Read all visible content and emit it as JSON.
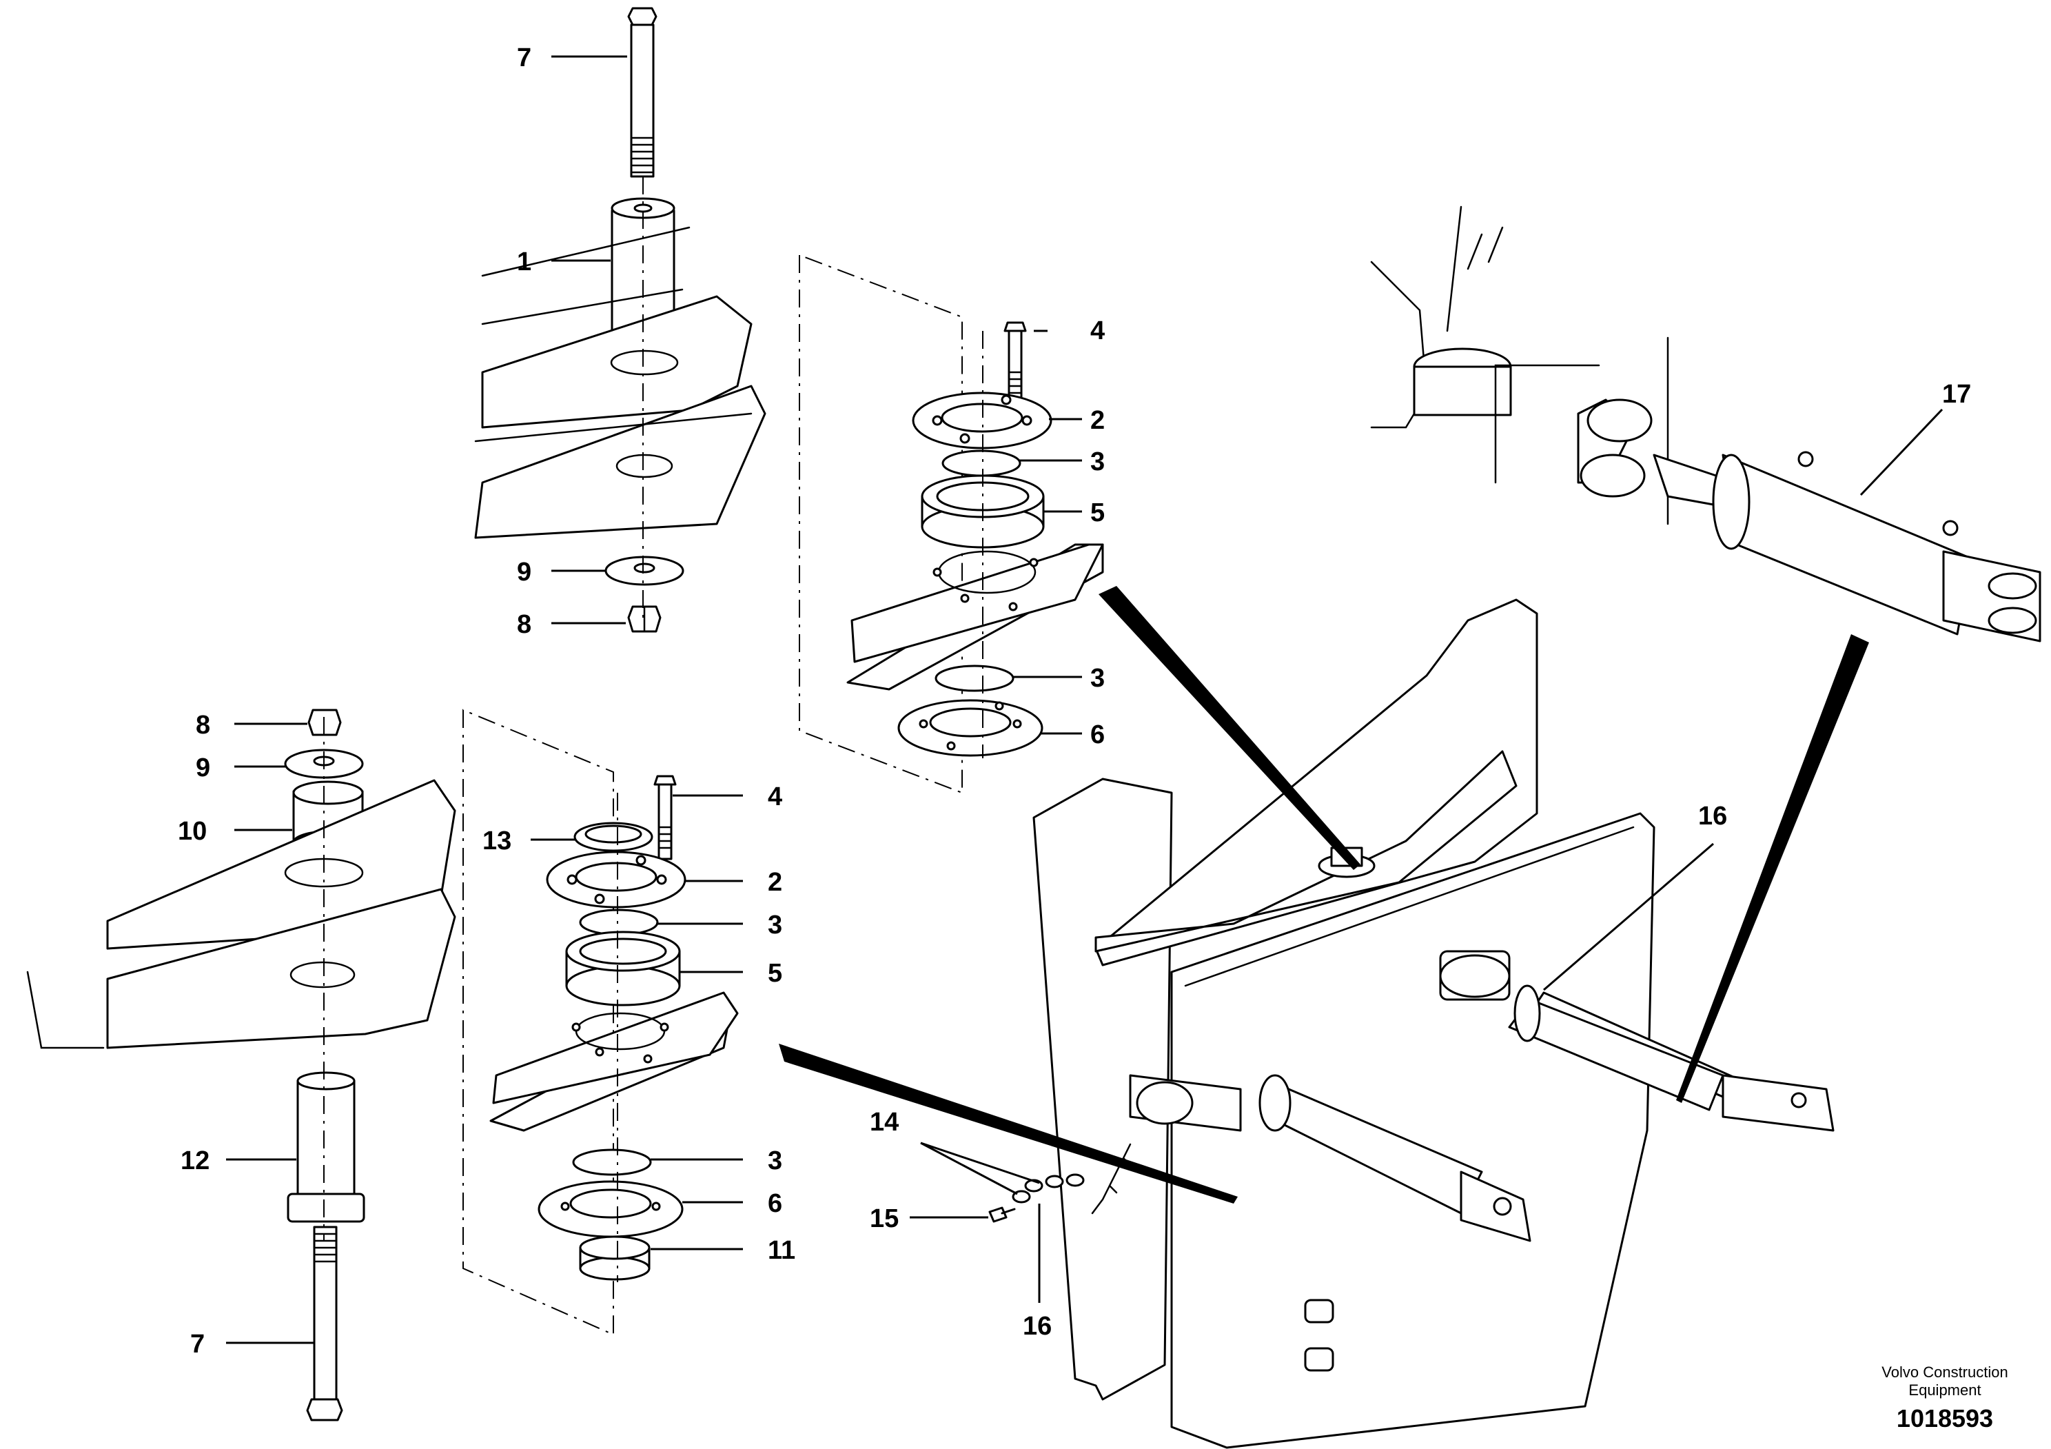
{
  "callouts": {
    "c1": "1",
    "c2a": "2",
    "c2b": "2",
    "c3a": "3",
    "c3b": "3",
    "c3c": "3",
    "c3d": "3",
    "c4a": "4",
    "c4b": "4",
    "c5a": "5",
    "c5b": "5",
    "c6a": "6",
    "c6b": "6",
    "c7a": "7",
    "c7b": "7",
    "c8a": "8",
    "c8b": "8",
    "c9a": "9",
    "c9b": "9",
    "c10": "10",
    "c11": "11",
    "c12": "12",
    "c13": "13",
    "c14": "14",
    "c15": "15",
    "c16a": "16",
    "c16b": "16",
    "c17": "17"
  },
  "credit": {
    "line1": "Volvo Construction",
    "line2": "Equipment"
  },
  "document_number": "1018593"
}
